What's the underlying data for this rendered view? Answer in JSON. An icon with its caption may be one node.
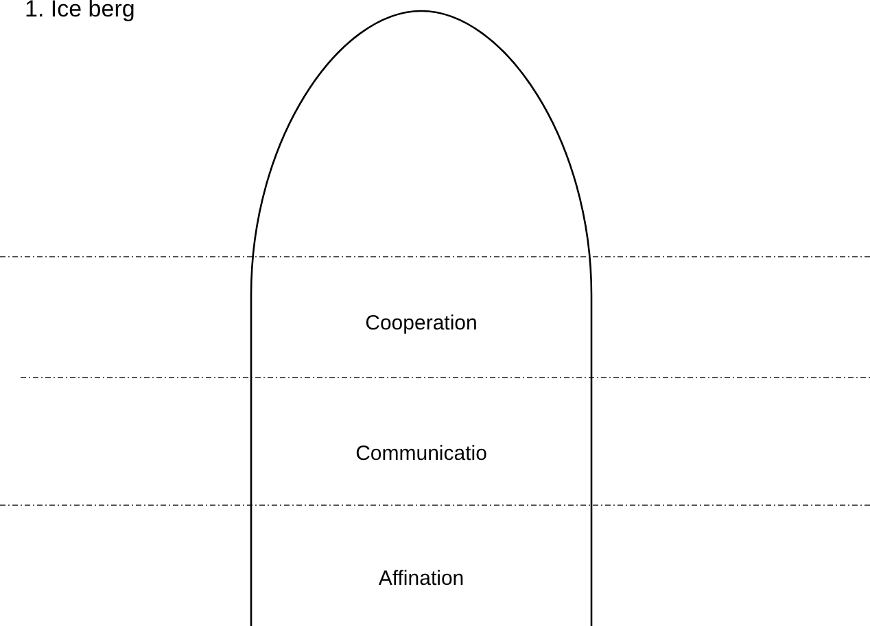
{
  "diagram": {
    "title": "1. Ice berg",
    "nodes": [
      {
        "text": [
          "Cooperation",
          "Communicatio",
          "Affination"
        ]
      }
    ]
  }
}
